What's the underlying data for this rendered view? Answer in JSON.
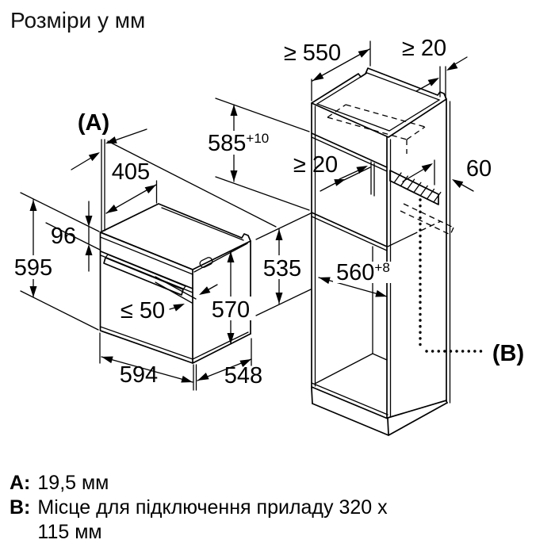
{
  "title": "Розміри у мм",
  "oven": {
    "dims": {
      "a_label": "(A)",
      "d405": "405",
      "d96": "96",
      "d595": "595",
      "d50": "≤ 50",
      "d570": "570",
      "d594": "594",
      "d548": "548"
    }
  },
  "cabinet": {
    "dims": {
      "d550": "≥ 550",
      "d20top": "≥ 20",
      "d585": "585",
      "d585sup": "+10",
      "d20mid": "≥ 20",
      "d60": "60",
      "d535": "535",
      "d560": "560",
      "d560sup": "+8",
      "b_label": "(B)"
    }
  },
  "notes": {
    "a_key": "A:",
    "a_text": "19,5 мм",
    "b_key": "B:",
    "b_line1": "Місце для підключення приладу 320 x",
    "b_line2": "115 мм"
  },
  "colors": {
    "line": "#000000",
    "background": "#ffffff"
  }
}
